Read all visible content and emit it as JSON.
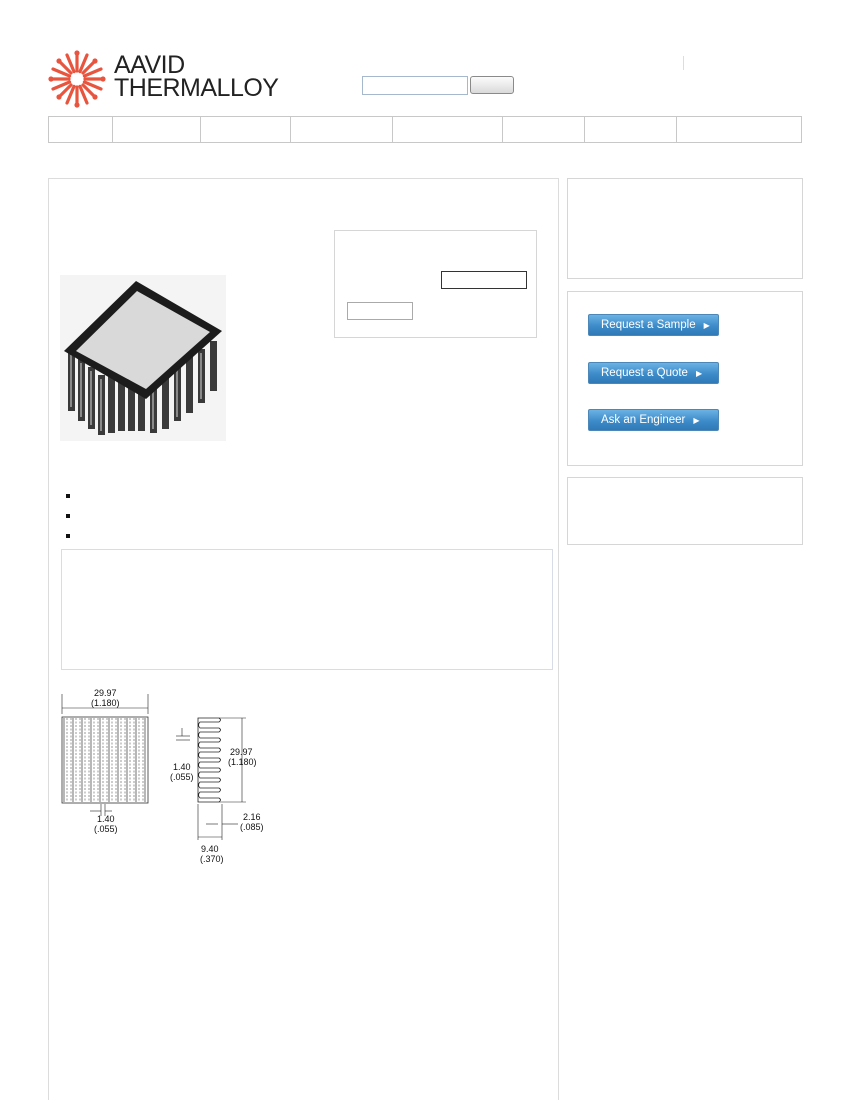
{
  "brand": {
    "name_line1": "AAVID",
    "name_line2": "THERMALLOY",
    "logo_color": "#e8553f"
  },
  "header": {
    "search": {
      "value": "",
      "button_label": ""
    }
  },
  "nav": {
    "items": [
      "",
      "",
      "",
      "",
      "",
      "",
      "",
      ""
    ]
  },
  "product": {
    "image": "heatsink-photo",
    "features": [
      "",
      "",
      ""
    ]
  },
  "drawing": {
    "top_width": "29.97",
    "top_width_in": "(1.180)",
    "fin_gap": "1.40",
    "fin_gap_in": "(.055)",
    "side_fin": "1.40",
    "side_fin_in": "(.055)",
    "side_height": "29.97",
    "side_height_in": "(1.180)",
    "base_thk": "2.16",
    "base_thk_in": "(.085)",
    "total_height": "9.40",
    "total_height_in": "(.370)"
  },
  "sidebar": {
    "cta": {
      "sample": "Request a Sample",
      "quote": "Request a Quote",
      "engineer": "Ask an Engineer",
      "arrow": "▶"
    }
  },
  "colors": {
    "cta_blue": "#3d8bc9",
    "border_gray": "#dcdcdc"
  }
}
